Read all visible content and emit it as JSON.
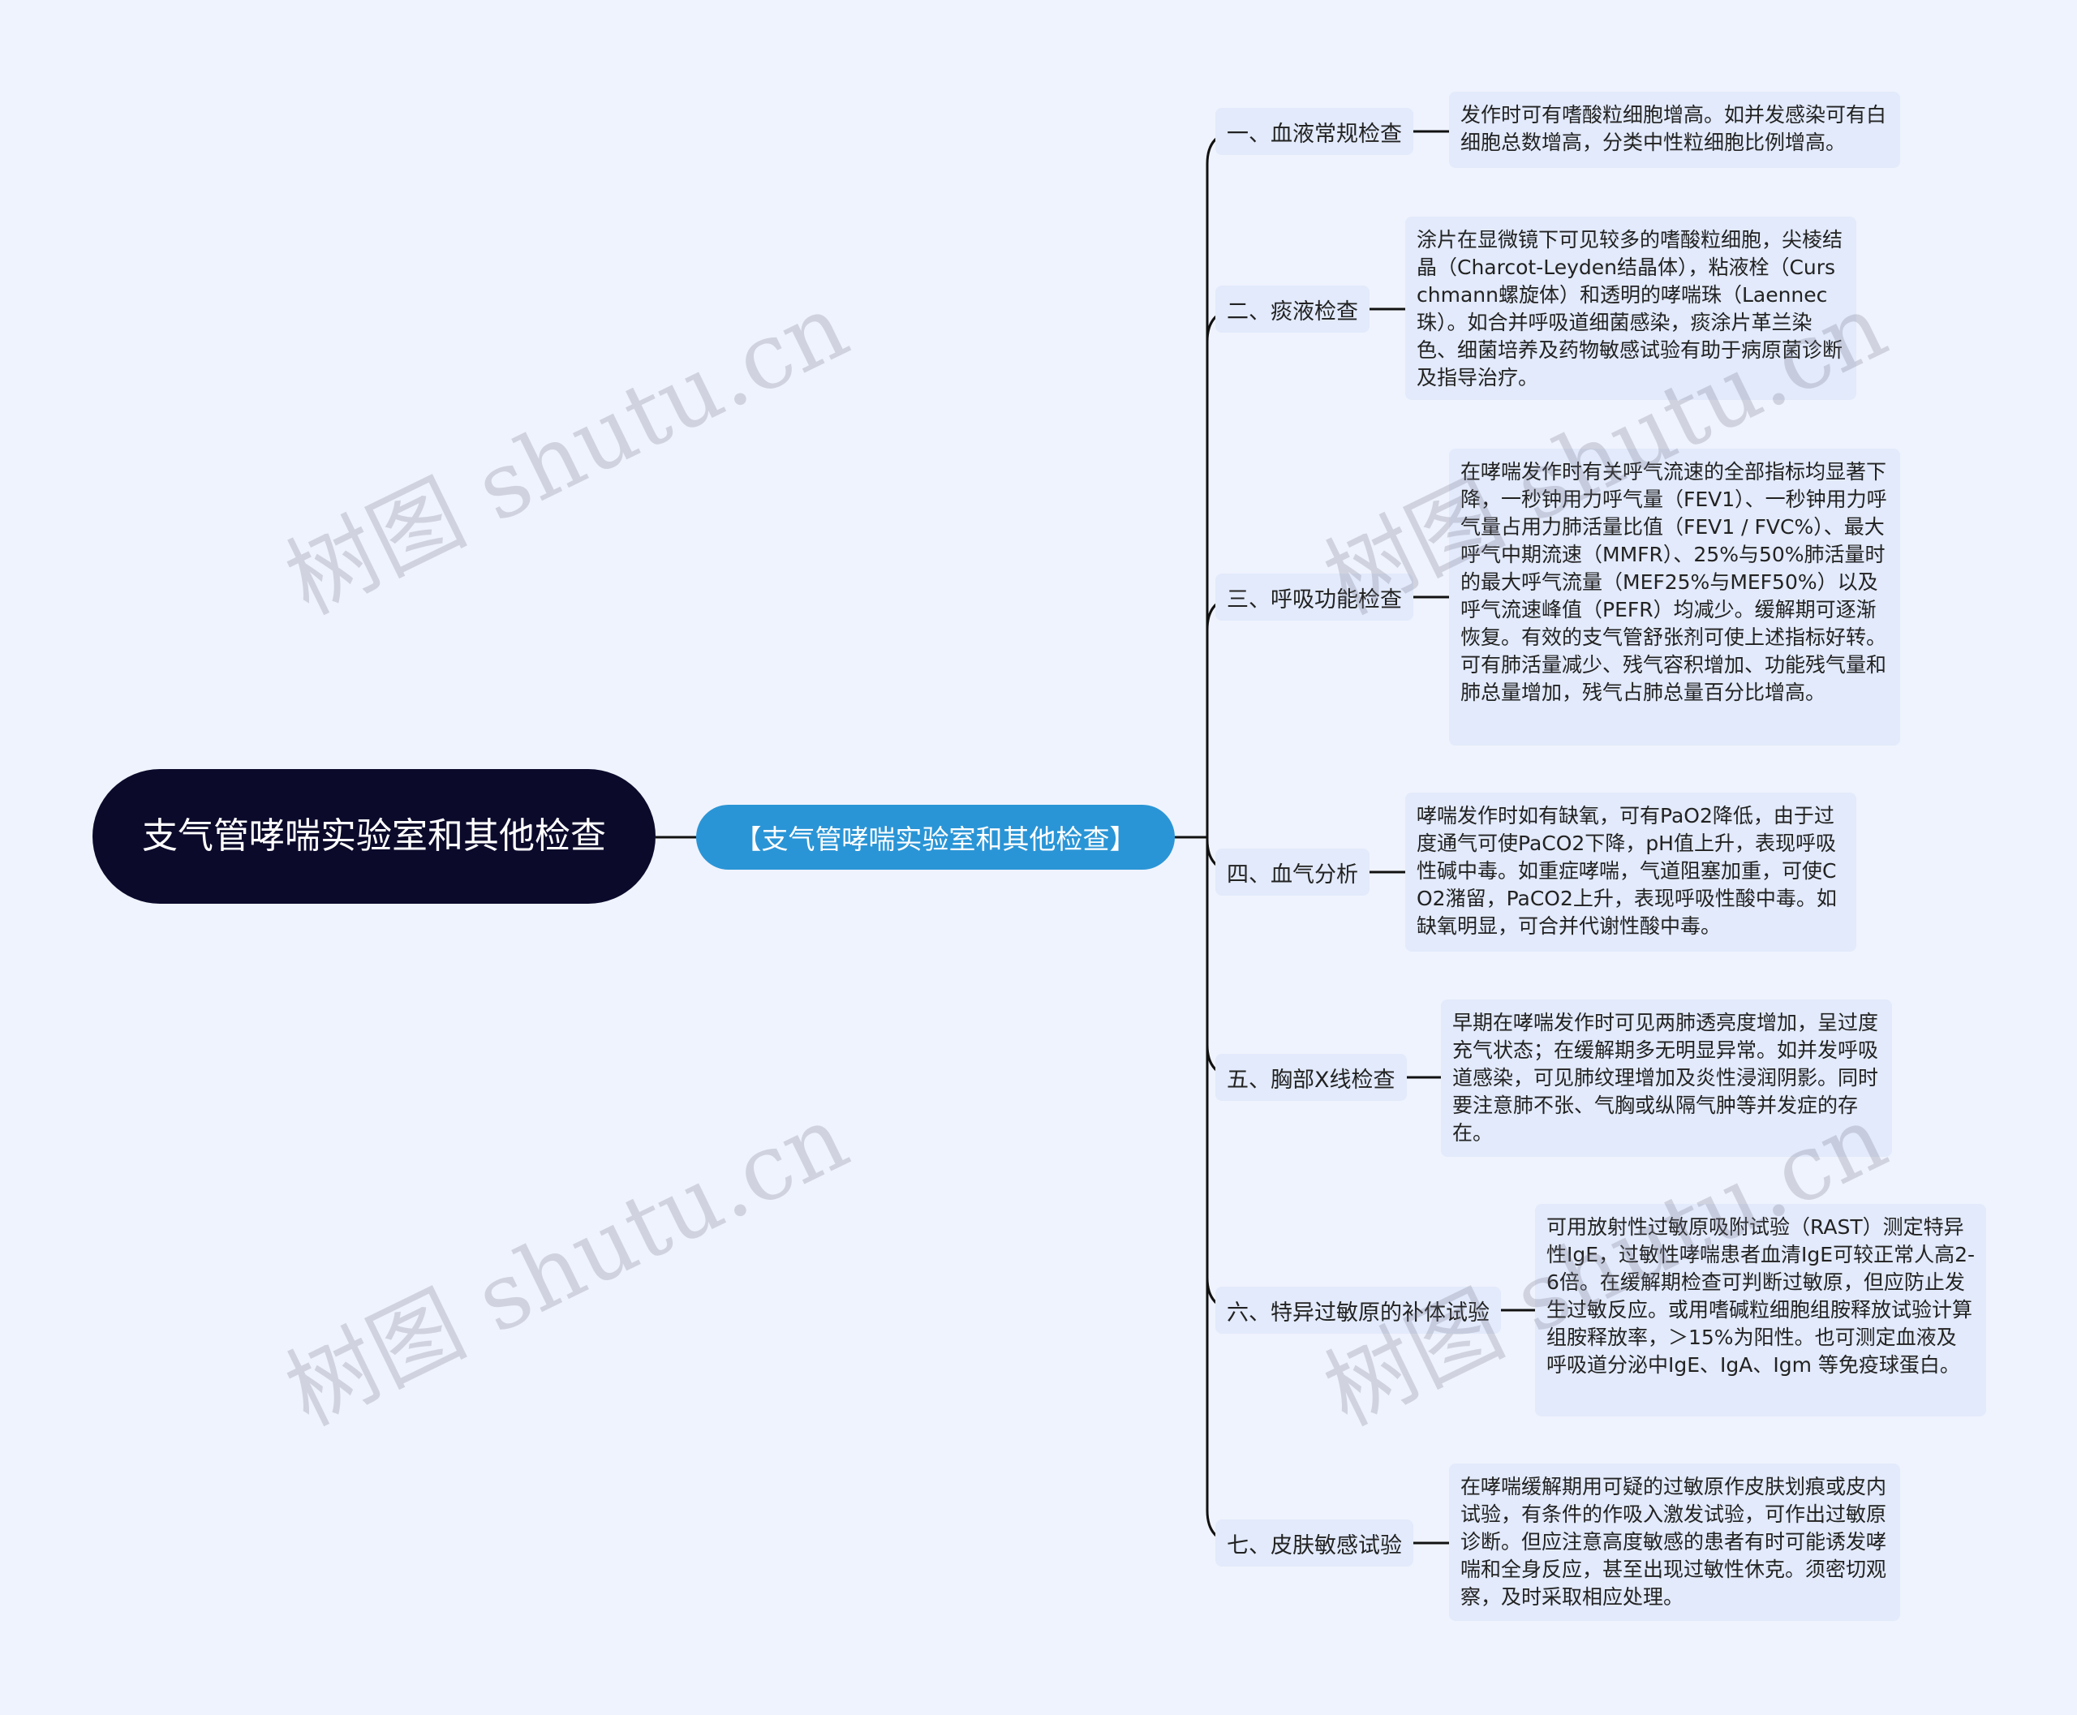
{
  "root": {
    "title": "支气管哮喘实验室和其他检查"
  },
  "hub": {
    "title": "【支气管哮喘实验室和其他检查】"
  },
  "branches": [
    {
      "label": "一、血液常规检查",
      "detail": "发作时可有嗜酸粒细胞增高。如并发感染可有白细胞总数增高，分类中性粒细胞比例增高。"
    },
    {
      "label": "二、痰液检查",
      "detail": "涂片在显微镜下可见较多的嗜酸粒细胞，尖棱结晶（Charcot-Leyden结晶体），粘液栓（Curschmann螺旋体）和透明的哮喘珠（Laennec珠）。如合并呼吸道细菌感染，痰涂片革兰染色、细菌培养及药物敏感试验有助于病原菌诊断及指导治疗。"
    },
    {
      "label": "三、呼吸功能检查",
      "detail": "在哮喘发作时有关呼气流速的全部指标均显著下降，一秒钟用力呼气量（FEV1）、一秒钟用力呼气量占用力肺活量比值（FEV1 / FVC%）、最大呼气中期流速（MMFR）、25%与50%肺活量时的最大呼气流量（MEF25%与MEF50%）以及呼气流速峰值（PEFR）均减少。缓解期可逐渐恢复。有效的支气管舒张剂可使上述指标好转。可有肺活量减少、残气容积增加、功能残气量和肺总量增加，残气占肺总量百分比增高。"
    },
    {
      "label": "四、血气分析",
      "detail": "哮喘发作时如有缺氧，可有PaO2降低，由于过度通气可使PaCO2下降，pH值上升，表现呼吸性碱中毒。如重症哮喘，气道阻塞加重，可使CO2潴留，PaCO2上升，表现呼吸性酸中毒。如缺氧明显，可合并代谢性酸中毒。"
    },
    {
      "label": "五、胸部X线检查",
      "detail": "早期在哮喘发作时可见两肺透亮度增加，呈过度充气状态；在缓解期多无明显异常。如并发呼吸道感染，可见肺纹理增加及炎性浸润阴影。同时要注意肺不张、气胸或纵隔气肿等并发症的存在。"
    },
    {
      "label": "六、特异过敏原的补体试验",
      "detail": "可用放射性过敏原吸附试验（RAST）测定特异性IgE，过敏性哮喘患者血清IgE可较正常人高2-6倍。在缓解期检查可判断过敏原，但应防止发生过敏反应。或用嗜碱粒细胞组胺释放试验计算组胺释放率，＞15%为阳性。也可测定血液及呼吸道分泌中IgE、IgA、Igm 等免疫球蛋白。"
    },
    {
      "label": "七、皮肤敏感试验",
      "detail": "在哮喘缓解期用可疑的过敏原作皮肤划痕或皮内试验，有条件的作吸入激发试验，可作出过敏原诊断。但应注意高度敏感的患者有时可能诱发哮喘和全身反应，甚至出现过敏性休克。须密切观察，及时采取相应处理。"
    }
  ],
  "watermark": {
    "text": "树图 shutu.cn"
  },
  "colors": {
    "background": "#eff3fd",
    "root_bg": "#0b0a2b",
    "hub_bg": "#2a95d6",
    "node_bg": "#e2eafb",
    "line": "#111111"
  }
}
